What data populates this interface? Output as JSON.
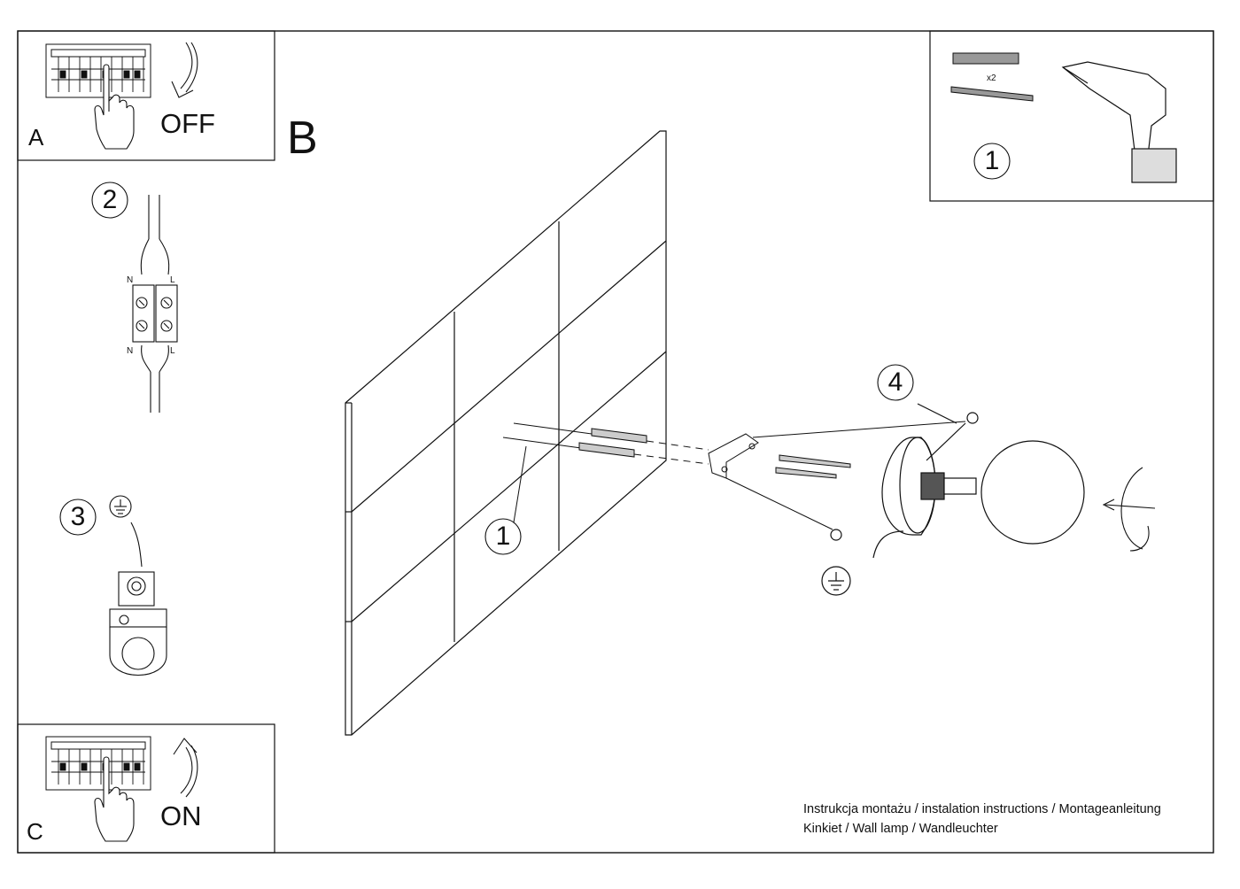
{
  "panels": {
    "a": {
      "letter": "A",
      "switch_text": "OFF"
    },
    "b": {
      "letter": "B"
    },
    "c": {
      "letter": "C",
      "switch_text": "ON"
    }
  },
  "steps": {
    "wiring": "2",
    "ground": "3",
    "drill": "1",
    "wall_anchor": "1",
    "mount": "4"
  },
  "wiring_terminal": {
    "top_left": "N",
    "top_right": "L",
    "bottom_left": "N",
    "bottom_right": "L"
  },
  "fixings": {
    "quantity": "x2"
  },
  "caption": {
    "line1": "Instrukcja montażu / instalation instructions / Montageanleitung",
    "line2": "Kinkiet / Wall lamp / Wandleuchter"
  },
  "icons": [
    "breaker-panel-icon",
    "hand-icon",
    "curved-arrow-icon",
    "ground-icon",
    "drill-icon",
    "dowel-icon",
    "screw-icon",
    "bulb-globe-icon",
    "rotate-arrow-icon"
  ]
}
